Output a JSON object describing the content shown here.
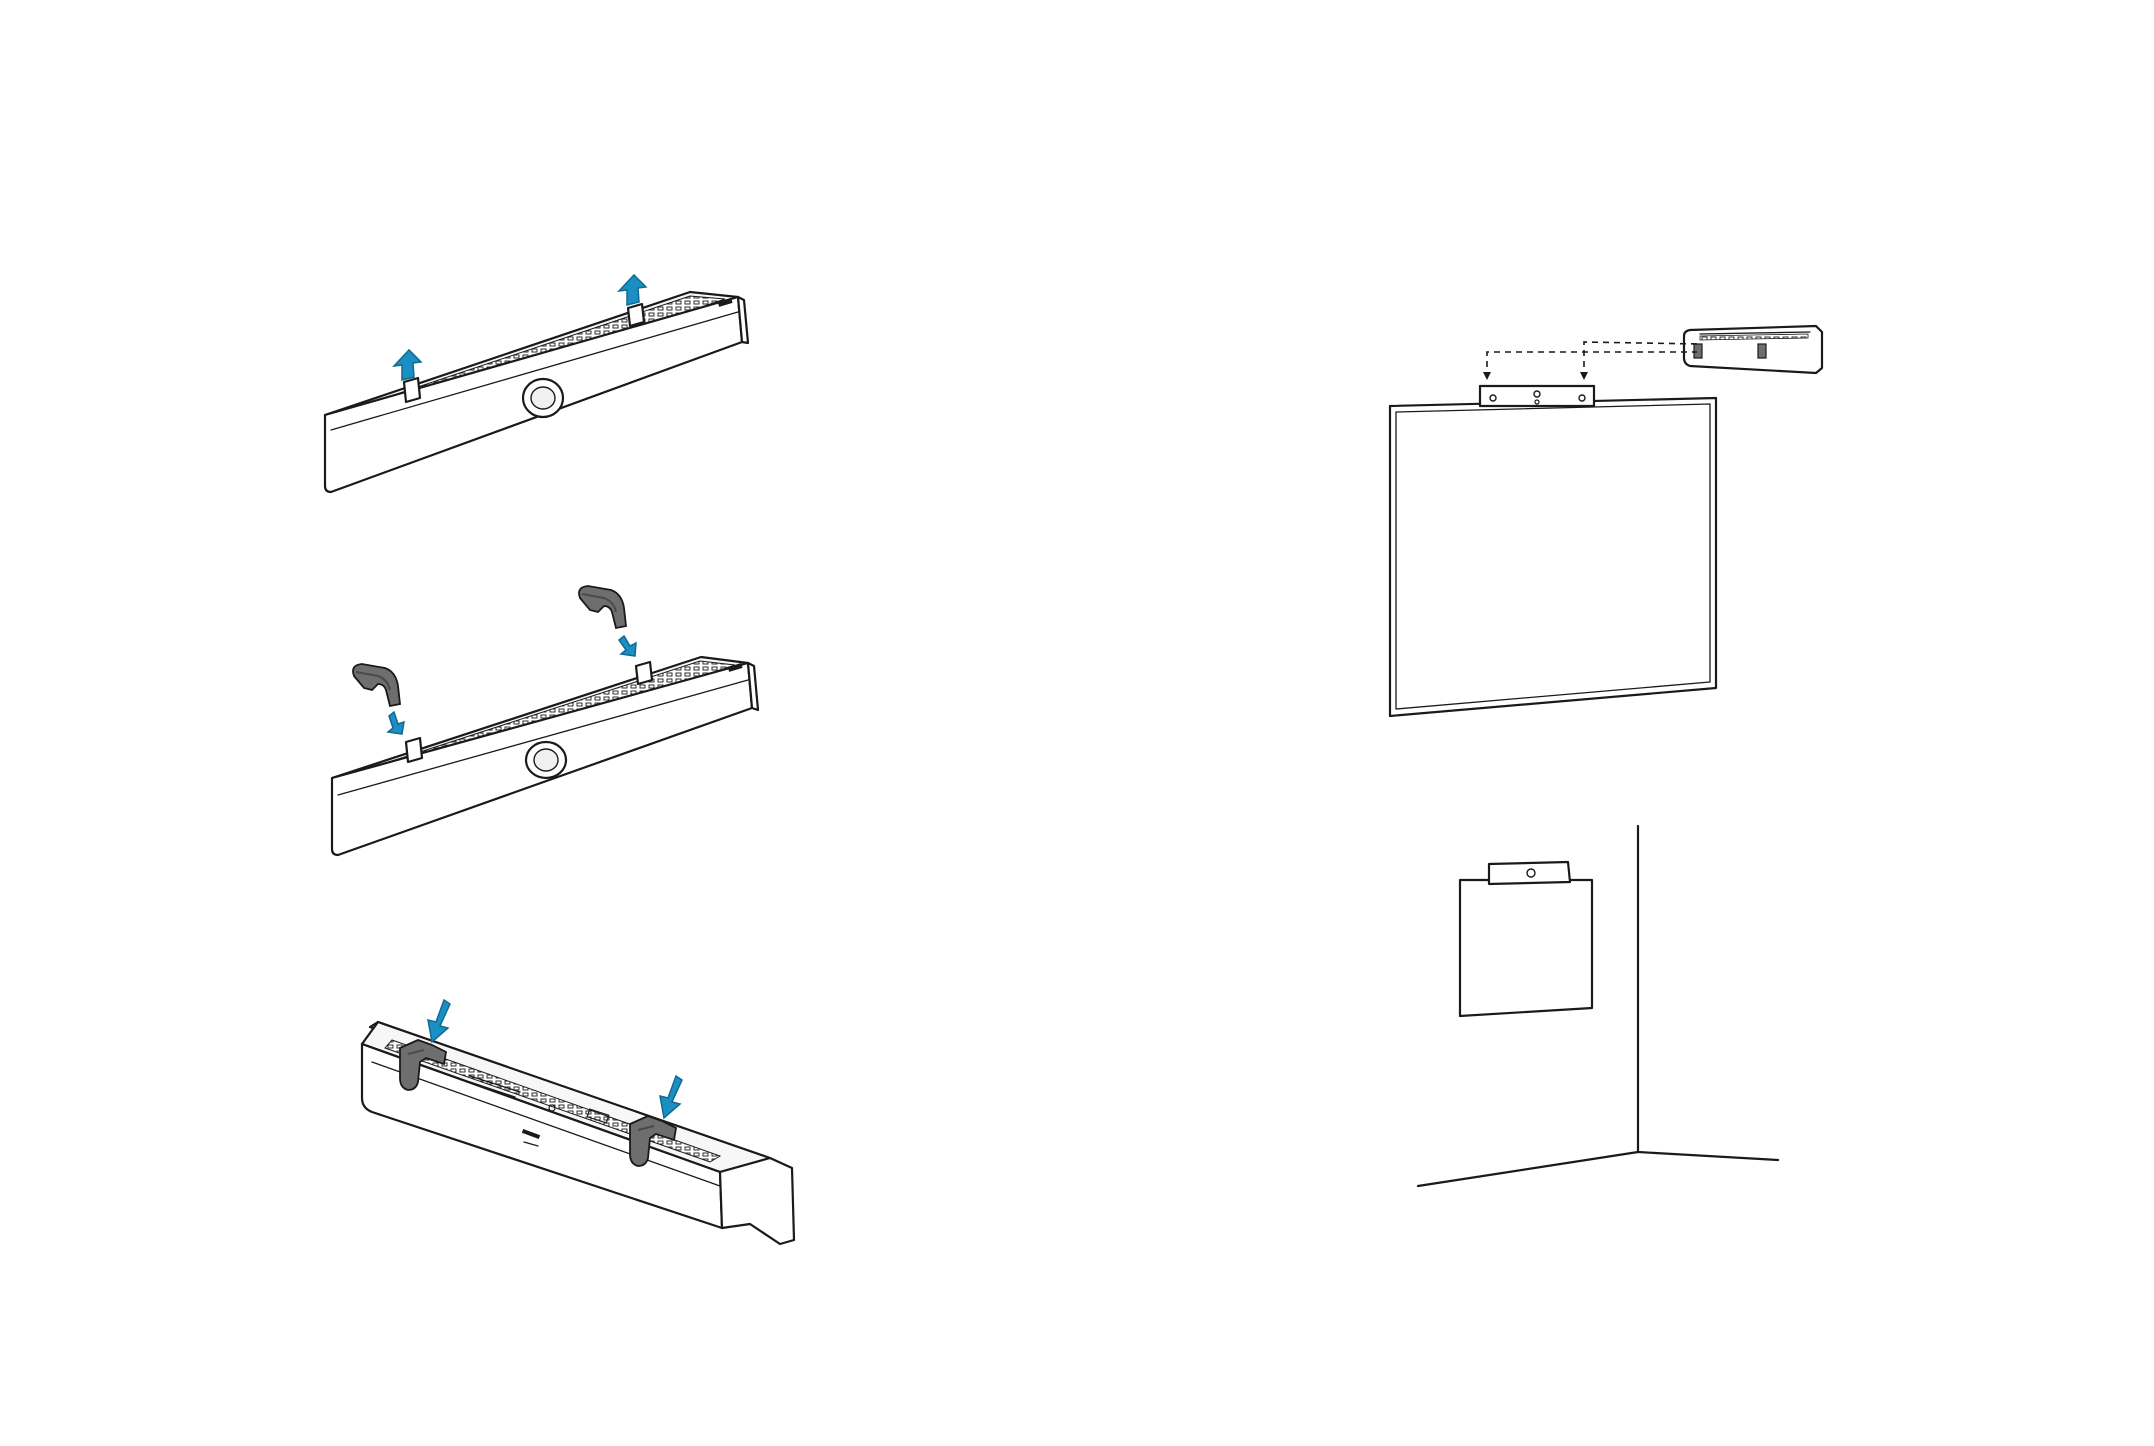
{
  "figure": {
    "panels": [
      {
        "id": "step-1",
        "caption": ""
      },
      {
        "id": "step-2",
        "caption": ""
      },
      {
        "id": "step-3",
        "caption": ""
      },
      {
        "id": "step-4",
        "caption": ""
      },
      {
        "id": "step-5",
        "caption": ""
      }
    ]
  },
  "colors": {
    "line": "#1a1a1a",
    "arrow": "#1a8fc4",
    "arrow_dark": "#13698f",
    "clip": "#6e6e6e",
    "clip_dark": "#4a4a4a",
    "background": "#ffffff"
  },
  "icons": [
    "arrow-up-icon",
    "arrow-down-icon",
    "camera-lens-icon",
    "mounting-clip-icon"
  ]
}
